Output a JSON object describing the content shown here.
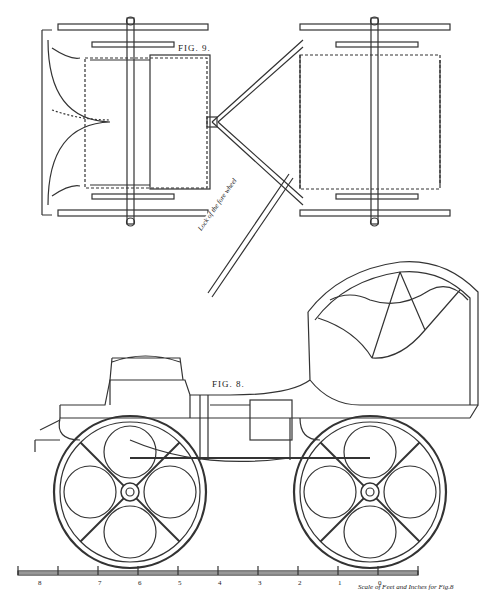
{
  "diagram": {
    "labels": [
      "FIG. 9.",
      "Lock of the fore wheel",
      "FIG. 8.",
      "8",
      "7",
      "6",
      "5",
      "4",
      "3",
      "2",
      "1",
      "0",
      "Scale of Feet and Inches for Fig.8"
    ]
  }
}
